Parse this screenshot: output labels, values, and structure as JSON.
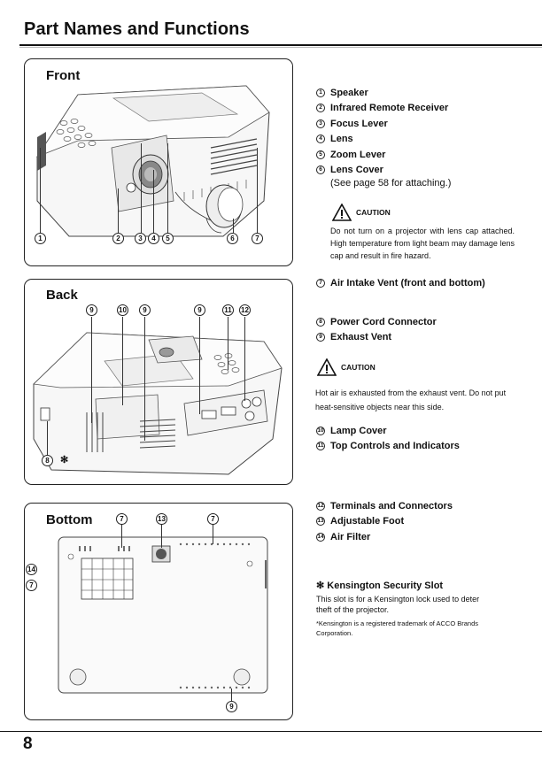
{
  "page": {
    "title": "Part Names and Functions",
    "number": "8"
  },
  "panels": {
    "front": {
      "label": "Front",
      "callouts": [
        "1",
        "2",
        "3",
        "4",
        "5",
        "6",
        "7"
      ]
    },
    "back": {
      "label": "Back",
      "callouts_top": [
        "9",
        "10",
        "9",
        "9",
        "11",
        "12"
      ],
      "callouts_bottom": [
        "8",
        "✻"
      ]
    },
    "bottom": {
      "label": "Bottom",
      "callouts_top": [
        "7",
        "13",
        "7"
      ],
      "callouts_left": [
        "14",
        "7"
      ],
      "callouts_bottom": [
        "9"
      ]
    }
  },
  "parts": {
    "front": [
      {
        "num": "1",
        "label": "Speaker"
      },
      {
        "num": "2",
        "label": "Infrared Remote Receiver"
      },
      {
        "num": "3",
        "label": "Focus Lever"
      },
      {
        "num": "4",
        "label": "Lens"
      },
      {
        "num": "5",
        "label": "Zoom Lever"
      },
      {
        "num": "6",
        "label": "Lens Cover"
      }
    ],
    "lens_cover_note": "(See page 58 for attaching.)",
    "caution1_title": "CAUTION",
    "caution1_text": "Do not turn on a projector with lens cap attached. High temperature from light beam may damage lens cap and result in fire hazard.",
    "air_intake": {
      "num": "7",
      "label": "Air Intake Vent (front and bottom)"
    },
    "back": [
      {
        "num": "8",
        "label": "Power Cord Connector"
      },
      {
        "num": "9",
        "label": "Exhaust Vent"
      }
    ],
    "caution2_title": "CAUTION",
    "caution2_text": "Hot air is exhausted from the exhaust vent. Do not put heat-sensitive objects near this side.",
    "back2": [
      {
        "num": "10",
        "label": "Lamp Cover"
      },
      {
        "num": "11",
        "label": "Top Controls and Indicators"
      }
    ],
    "bottom": [
      {
        "num": "12",
        "label": "Terminals and Connectors"
      },
      {
        "num": "13",
        "label": "Adjustable Foot"
      },
      {
        "num": "14",
        "label": "Air Filter"
      }
    ]
  },
  "kensington": {
    "symbol": "✻",
    "title": "Kensington Security Slot",
    "text": "This slot is for a Kensington lock used to deter theft of the projector.",
    "note": "*Kensington is a registered trademark of ACCO Brands Corporation."
  }
}
